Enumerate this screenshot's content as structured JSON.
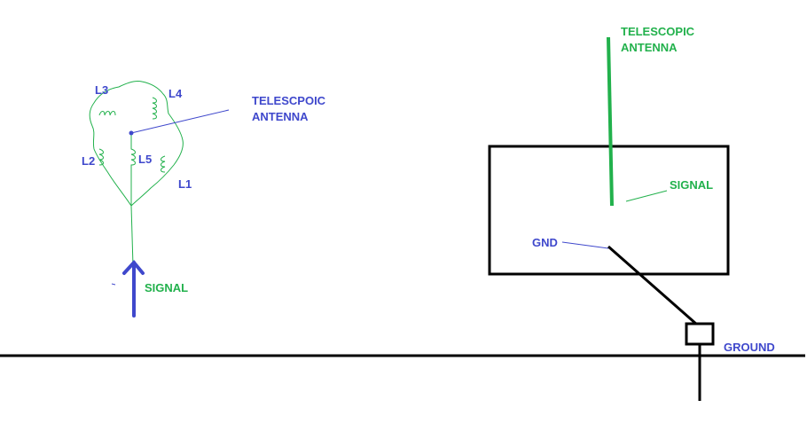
{
  "colors": {
    "blue": "#3f48cc",
    "green": "#22b14c",
    "black": "#000000"
  },
  "left": {
    "coils": {
      "l1": "L1",
      "l2": "L2",
      "l3": "L3",
      "l4": "L4",
      "l5": "L5"
    },
    "antenna_label_line1": "TELESCPOIC",
    "antenna_label_line2": "ANTENNA",
    "signal_label": "SIGNAL"
  },
  "right": {
    "antenna_label_line1": "TELESCOPIC",
    "antenna_label_line2": "ANTENNA",
    "signal_label": "SIGNAL",
    "gnd_label": "GND",
    "ground_label": "GROUND"
  }
}
